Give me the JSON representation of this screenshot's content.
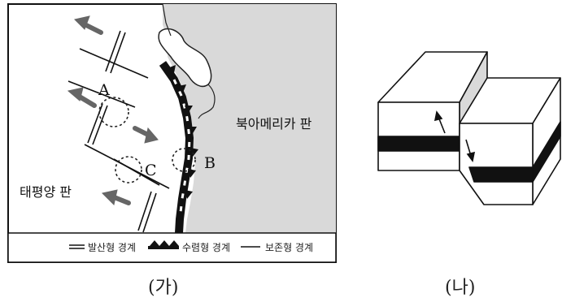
{
  "figure_a": {
    "label_a": "A",
    "label_b": "B",
    "label_c": "C",
    "plate_north_america": "북아메리카 판",
    "plate_pacific": "태평양 판",
    "legend": {
      "divergent": "발산형 경계",
      "convergent": "수렴형 경계",
      "transform": "보존형 경계"
    },
    "caption": "(가)"
  },
  "figure_b": {
    "caption": "(나)"
  }
}
